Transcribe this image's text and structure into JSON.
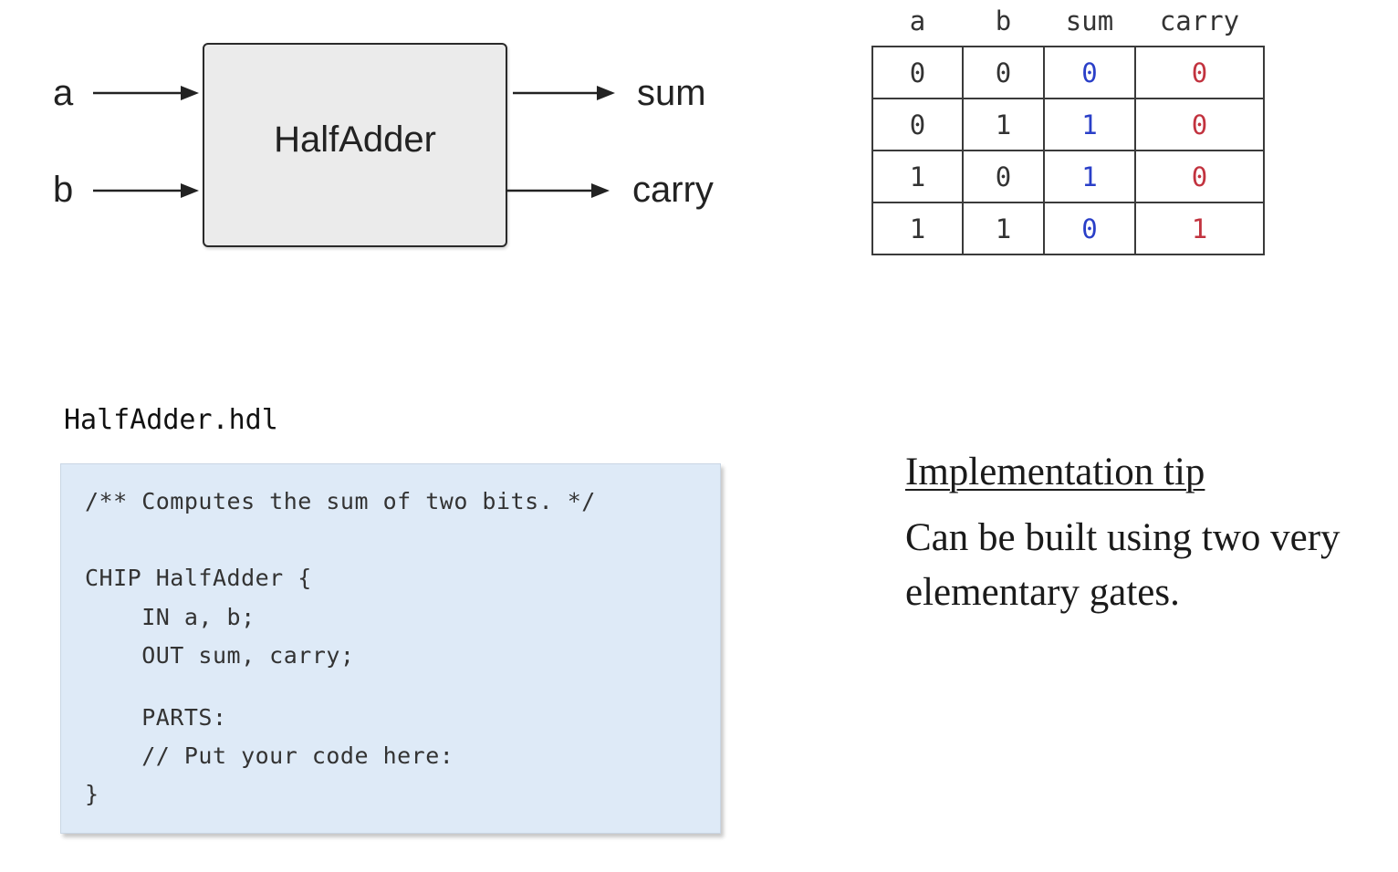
{
  "diagram": {
    "chip_name": "HalfAdder",
    "inputs": [
      "a",
      "b"
    ],
    "outputs": [
      "sum",
      "carry"
    ]
  },
  "truth_table": {
    "headers": [
      "a",
      "b",
      "sum",
      "carry"
    ],
    "rows": [
      [
        "0",
        "0",
        "0",
        "0"
      ],
      [
        "0",
        "1",
        "1",
        "0"
      ],
      [
        "1",
        "0",
        "1",
        "0"
      ],
      [
        "1",
        "1",
        "0",
        "1"
      ]
    ],
    "colors": {
      "sum": "#2a3fc8",
      "carry": "#c2333f"
    }
  },
  "hdl": {
    "file_name": "HalfAdder.hdl",
    "lines": [
      "/** Computes the sum of two bits. */",
      "CHIP HalfAdder {",
      "    IN a, b;",
      "    OUT sum, carry;",
      "    PARTS:",
      "    // Put your code here:",
      "}"
    ],
    "background": "#deeaf7"
  },
  "tip": {
    "heading": "Implementation tip",
    "body_lines": [
      "Can be built using two very",
      "elementary gates."
    ]
  }
}
